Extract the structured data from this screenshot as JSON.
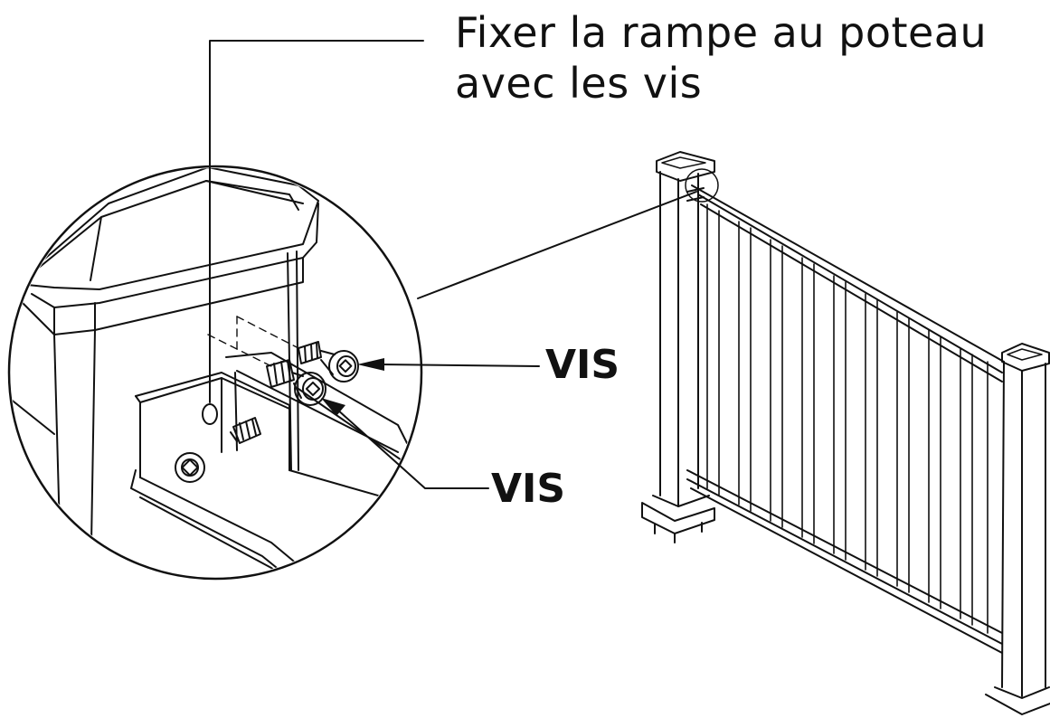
{
  "instruction": {
    "line1": "Fixer la rampe au poteau",
    "line2": "avec les vis"
  },
  "callouts": {
    "screw_upper": "VIS",
    "screw_lower": "VIS"
  },
  "colors": {
    "ink": "#111111",
    "paper": "#ffffff",
    "shade": "#555555"
  }
}
